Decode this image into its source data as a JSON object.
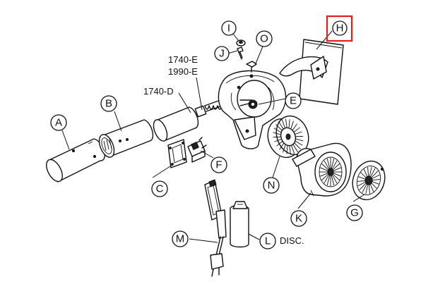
{
  "callouts": {
    "A": "A",
    "B": "B",
    "C": "C",
    "E": "E",
    "F": "F",
    "G": "G",
    "H": "H",
    "I": "I",
    "J": "J",
    "K": "K",
    "L": "L",
    "M": "M",
    "N": "N",
    "O": "O"
  },
  "labels": {
    "model_1740e": "1740-E",
    "model_1990e": "1990-E",
    "model_1740d": "1740-D",
    "disc": "DISC."
  },
  "highlight_color": "#e02020"
}
